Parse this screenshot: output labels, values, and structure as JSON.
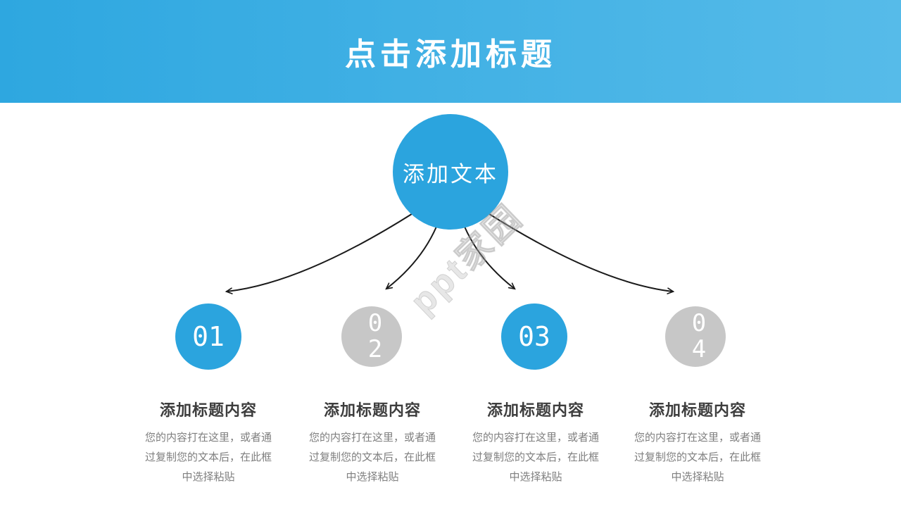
{
  "header": {
    "title": "点击添加标题",
    "gradient_left": "#2EA7E0",
    "gradient_right": "#56BBE9"
  },
  "center_node": {
    "label": "添加文本",
    "color": "#2BA4DE"
  },
  "watermark": {
    "text": "ppt家园"
  },
  "steps": [
    {
      "number_line1": "01",
      "number_line2": "",
      "state": "active",
      "circle_color": "#2BA4DE",
      "heading": "添加标题内容",
      "body_line1": "您的内容打在这里，或者通",
      "body_line2": "过复制您的文本后，在此框",
      "body_line3": "中选择粘贴"
    },
    {
      "number_line1": "0",
      "number_line2": "2",
      "state": "inactive",
      "circle_color": "#C7C7C7",
      "heading": "添加标题内容",
      "body_line1": "您的内容打在这里，或者通",
      "body_line2": "过复制您的文本后，在此框",
      "body_line3": "中选择粘贴"
    },
    {
      "number_line1": "03",
      "number_line2": "",
      "state": "active",
      "circle_color": "#2BA4DE",
      "heading": "添加标题内容",
      "body_line1": "您的内容打在这里，或者通",
      "body_line2": "过复制您的文本后，在此框",
      "body_line3": "中选择粘贴"
    },
    {
      "number_line1": "0",
      "number_line2": "4",
      "state": "inactive",
      "circle_color": "#C7C7C7",
      "heading": "添加标题内容",
      "body_line1": "您的内容打在这里，或者通",
      "body_line2": "过复制您的文本后，在此框",
      "body_line3": "中选择粘贴"
    }
  ],
  "colors": {
    "heading_text": "#3D3D3D",
    "body_text": "#7F7F7F",
    "arrow": "#1A1A1A",
    "background": "#FFFFFF"
  }
}
